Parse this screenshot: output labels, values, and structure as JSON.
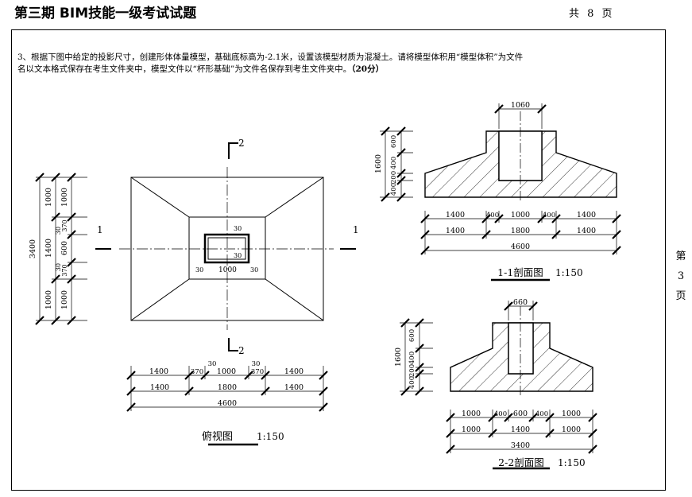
{
  "header": {
    "title": "第三期 BIM技能一级考试试题",
    "pages": "共 8 页"
  },
  "question": {
    "line1": "3、根据下图中给定的投影尺寸，创建形体体量模型，基础底标高为-2.1米，设置该模型材质为混凝土。请将模型体积用“模型体积”为文件",
    "line2": "名以文本格式保存在考生文件夹中，模型文件以“杯形基础”为文件名保存到考生文件夹中。",
    "score": "（20分）"
  },
  "side_page": [
    "第",
    "3",
    "页"
  ],
  "plan": {
    "title": "俯视图",
    "scale": "1:150",
    "cut1": "1",
    "cut2": "2",
    "dims_left": [
      "3400",
      "1000",
      "1400",
      "1000",
      "30",
      "370",
      "600",
      "370",
      "30"
    ],
    "dims_bottom_row1": [
      "1400",
      "370",
      "30",
      "1000",
      "30",
      "370",
      "1400"
    ],
    "dims_bottom_row2": [
      "1400",
      "1800",
      "1400"
    ],
    "dims_bottom_row3": "4600",
    "inner_labels": [
      "30",
      "30",
      "30",
      "1000",
      "30"
    ]
  },
  "section1": {
    "title": "1-1剖面图",
    "scale": "1:150",
    "top_dim": "1060",
    "left_dims": [
      "1600",
      "600",
      "400",
      "200",
      "400"
    ],
    "row1": [
      "1400",
      "400",
      "1000",
      "400",
      "1400"
    ],
    "row2": [
      "1400",
      "1800",
      "1400"
    ],
    "row3": "4600"
  },
  "section2": {
    "title": "2-2剖面图",
    "scale": "1:150",
    "top_dim": "660",
    "left_dims": [
      "1600",
      "600",
      "400",
      "200",
      "400"
    ],
    "row1": [
      "1000",
      "400",
      "600",
      "400",
      "1000"
    ],
    "row2": [
      "1000",
      "1400",
      "1000"
    ],
    "row3": "3400"
  }
}
